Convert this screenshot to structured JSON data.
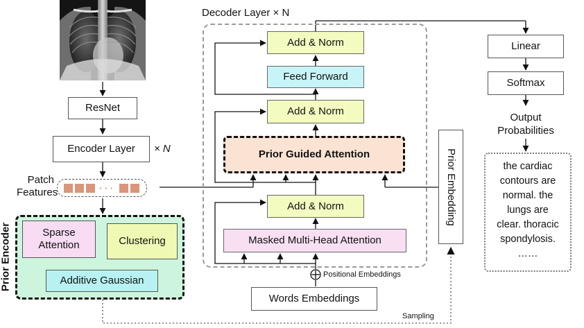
{
  "encoder": {
    "resnet": "ResNet",
    "encoder_layer": "Encoder Layer",
    "encoder_repeat": "× N",
    "patch_features": [
      "Patch",
      "Features"
    ],
    "ellipsis": "· · ·"
  },
  "prior_encoder": {
    "title": "Prior Encoder",
    "sparse_attention": [
      "Sparse",
      "Attention"
    ],
    "clustering": "Clustering",
    "additive_gaussian": "Additive Gaussian"
  },
  "decoder": {
    "title": "Decoder Layer × N",
    "add_norm": "Add & Norm",
    "feed_forward": "Feed Forward",
    "prior_guided_attention": "Prior Guided Attention",
    "masked_attention": "Masked Multi-Head Attention",
    "positional_embeddings": "Positional Embeddings",
    "words_embeddings": "Words Embeddings",
    "prior_embedding": "Prior Embedding",
    "sampling": "Sampling"
  },
  "output": {
    "linear": "Linear",
    "softmax": "Softmax",
    "output_probabilities": [
      "Output",
      "Probabilities"
    ],
    "report_lines": [
      "the cardiac",
      "contours are",
      "normal. the",
      "lungs are",
      "clear. thoracic",
      "spondylosis.",
      "……"
    ]
  },
  "colors": {
    "add_norm": "#f4fbc0",
    "feed_forward": "#c8f4f8",
    "prior_guided": "#fbe3d4",
    "masked_attention": "#f8dff2",
    "prior_encoder_bg": "#cdf5de",
    "sparse_attention": "#f8dcf4",
    "clustering": "#eff9b4",
    "additive_gaussian": "#b8f1f1",
    "patch": "#d9967a"
  }
}
